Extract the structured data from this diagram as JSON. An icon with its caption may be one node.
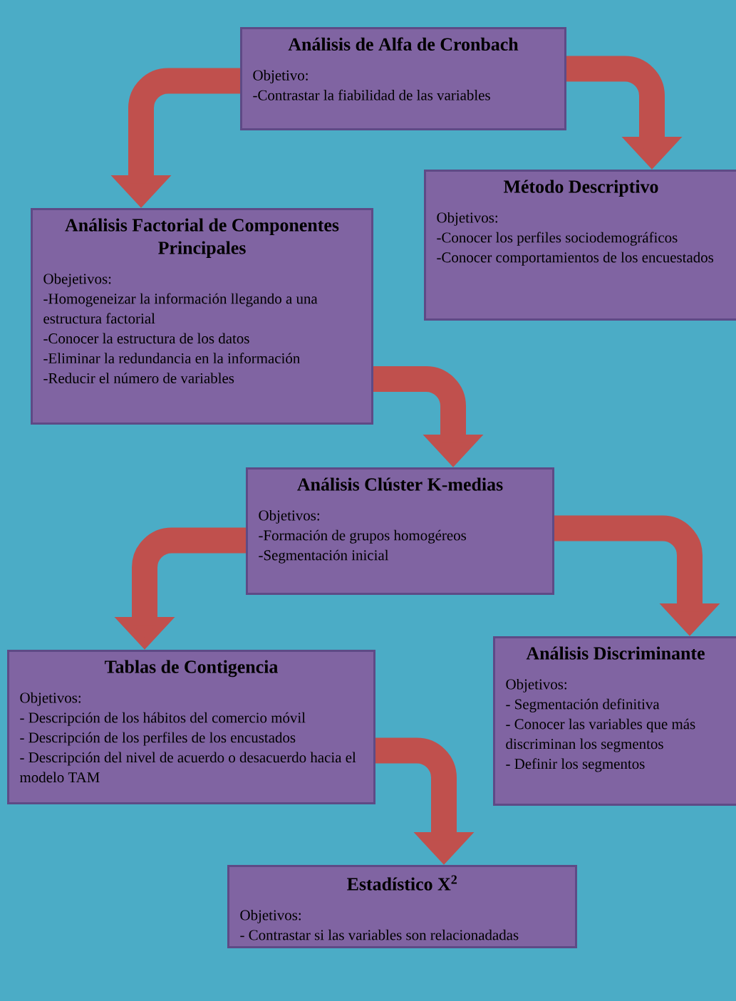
{
  "diagram": {
    "nodes": [
      {
        "text": [
          "Análisis de Alfa de Cronbach",
          "Objetivo:",
          "-Contrastar la fiabilidad de las variables"
        ]
      },
      {
        "text": [
          "Método Descriptivo",
          "Objetivos:",
          "-Conocer los perfiles sociodemográficos",
          "-Conocer comportamientos de los encuestados"
        ]
      },
      {
        "text": [
          "Análisis Factorial de Componentes Principales",
          "Obejetivos:",
          "-Homogeneizar la información llegando a una estructura factorial",
          "-Conocer la estructura de los datos",
          "-Eliminar la redundancia en la información",
          "-Reducir el número de variables"
        ]
      },
      {
        "text": [
          "Análisis Clúster K-medias",
          "Objetivos:",
          "-Formación de grupos homogéreos",
          "-Segmentación inicial"
        ]
      },
      {
        "text": [
          "Tablas de Contigencia",
          "Objetivos:",
          "- Descripción de los hábitos del comercio móvil",
          "- Descripción de los perfiles de los encustados",
          "- Descripción del nivel de acuerdo o desacuerdo hacia el modelo TAM"
        ]
      },
      {
        "text": [
          "Análisis Discriminante",
          "Objetivos:",
          "- Segmentación definitiva",
          "- Conocer las variables que más discriminan los segmentos",
          "- Definir los segmentos"
        ]
      },
      {
        "text": [
          "Estadístico X$^{2}$",
          "Objetivos:",
          "- Contrastar si las variables son relacionadadas"
        ]
      }
    ],
    "edges": [
      {
        "from": 0,
        "to": 2,
        "arrow": "to"
      },
      {
        "from": 0,
        "to": 1,
        "arrow": "to"
      },
      {
        "from": 2,
        "to": 3,
        "arrow": "to"
      },
      {
        "from": 3,
        "to": 4,
        "arrow": "to"
      },
      {
        "from": 3,
        "to": 5,
        "arrow": "to"
      },
      {
        "from": 4,
        "to": 6,
        "arrow": "to"
      }
    ]
  }
}
